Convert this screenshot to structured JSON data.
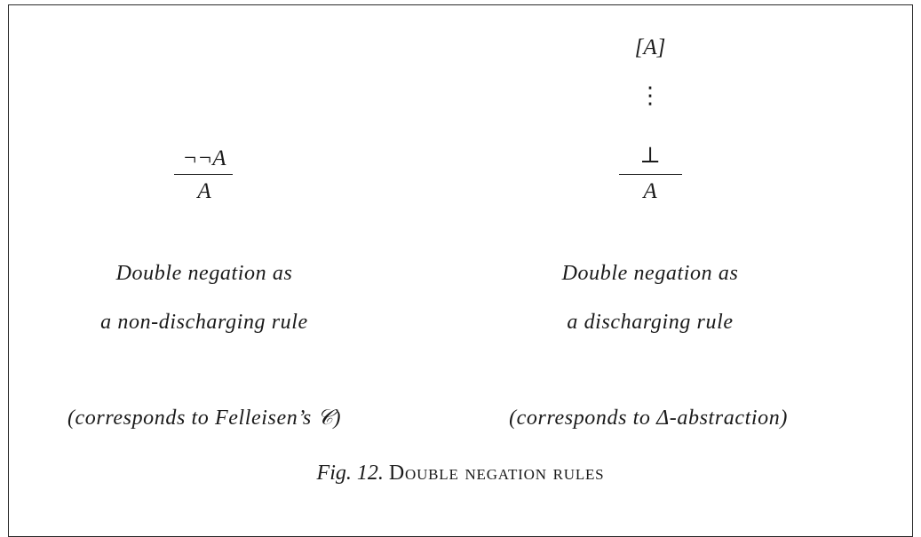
{
  "left_rule": {
    "premise": "¬¬A",
    "conclusion": "A",
    "label_line1": "Double negation as",
    "label_line2": "a non-discharging rule",
    "note": "(corresponds to Felleisen’s 𝒞)"
  },
  "right_rule": {
    "assumption": "[A]",
    "dots": "⋮",
    "premise": "⊥",
    "conclusion": "A",
    "label_line1": "Double negation as",
    "label_line2": "a discharging rule",
    "note": "(corresponds to Δ-abstraction)"
  },
  "caption": {
    "fig_label": "Fig. 12.",
    "title": "Double negation rules"
  }
}
